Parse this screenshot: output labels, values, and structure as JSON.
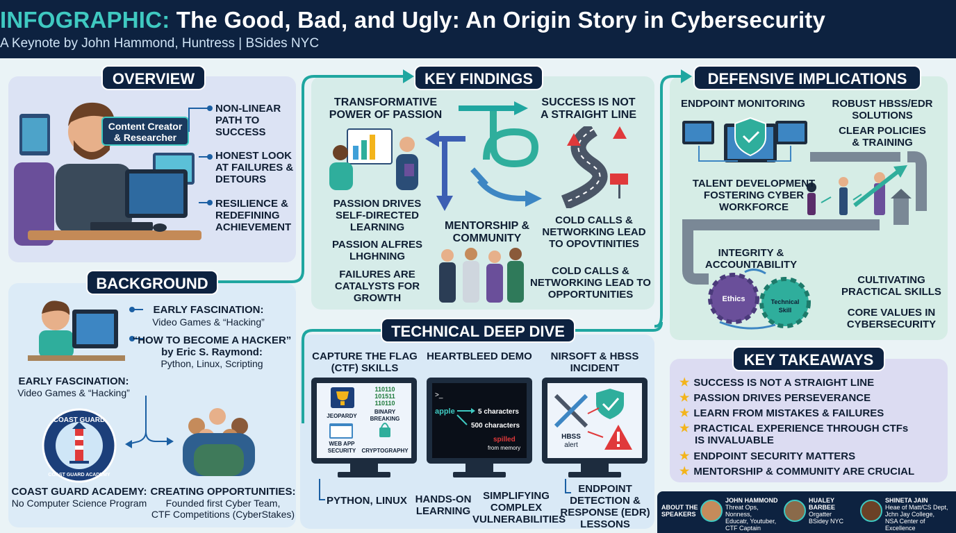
{
  "header": {
    "title_accent": "INFOGRAPHIC:",
    "title_rest": "The Good, Bad, and Ugly: An Origin Story in Cybersecurity",
    "subtitle": "A Keynote by John Hammond, Huntress | BSides NYC"
  },
  "overview": {
    "heading": "OVERVIEW",
    "role_label_1": "Content Creator",
    "role_label_2": "& Researcher",
    "points": [
      [
        "NON-LINEAR",
        "PATH TO",
        "SUCCESS"
      ],
      [
        "HONEST LOOK",
        "AT FAILURES &",
        "DETOURS"
      ],
      [
        "RESILIENCE &",
        "REDEFINING",
        "ACHIEVEMENT"
      ]
    ]
  },
  "background": {
    "heading": "BACKGROUND",
    "item1_title": "EARLY FASCINATION:",
    "item1_sub": "Video Games & “Hacking”",
    "item2_title_1": "“HOW TO BECOME A HACKER”",
    "item2_title_2": "by Eric S. Raymond:",
    "item2_sub": "Python, Linux, Scripting",
    "item3_title": "EARLY FASCINATION:",
    "item3_sub": "Video Games & “Hacking”",
    "seal_top": "COAST GUARD",
    "seal_bottom": "COAST GUARD ACADEMY",
    "coast_title": "COAST GUARD ACADEMY:",
    "coast_sub": "No Computer Science Program",
    "opp_title": "CREATING OPPORTUNITIES:",
    "opp_sub_1": "Founded first Cyber Team,",
    "opp_sub_2": "CTF Competitions (CyberStakes)"
  },
  "findings": {
    "heading": "KEY FINDINGS",
    "transform_1": "TRANSFORMATIVE",
    "transform_2": "POWER OF PASSION",
    "success_1": "SUCCESS IS NOT",
    "success_2": "A STRAIGHT LINE",
    "passion_1": "PASSION DRIVES",
    "passion_2": "SELF-DIRECTED",
    "passion_3": "LEARNING",
    "alfres_1": "PASSION ALFRES",
    "alfres_2": "LHGHNING",
    "failures_1": "FAILURES ARE",
    "failures_2": "CATALYSTS FOR",
    "failures_3": "GROWTH",
    "mentor_1": "MENTORSHIP &",
    "mentor_2": "COMMUNITY",
    "cold1_1": "COLD CALLS &",
    "cold1_2": "NETWORKING LEAD",
    "cold1_3": "TO OPOVTINITIES",
    "cold2_1": "COLD CALLS &",
    "cold2_2": "NETWORKING LEAD TO",
    "cold2_3": "OPPORTUNITIES"
  },
  "deepdive": {
    "heading": "TECHNICAL DEEP DIVE",
    "ctf_1": "CAPTURE THE FLAG",
    "ctf_2": "(CTF) SKILLS",
    "heartbleed": "HEARTBLEED DEMO",
    "nirsoft_1": "NIRSOFT & HBSS",
    "nirsoft_2": "INCIDENT",
    "ctf_cells": [
      "JEOPARDY",
      "BINARY",
      "BREAKING",
      "WEB APP",
      "SECURITY",
      "CRYPTOGRAPHY"
    ],
    "binary_lines": [
      "110110",
      "101511",
      "110110"
    ],
    "prompt": ">_",
    "apple": "apple",
    "five_chars": "5 characters",
    "five_hundred": "500 characters",
    "spilled": "spilled",
    "from_memory": "from memory",
    "hbss_1": "HBSS",
    "hbss_2": "alert",
    "python_linux": "PYTHON, LINUX",
    "hands_1": "HANDS-ON",
    "hands_2": "LEARNING",
    "simpl_1": "SIMPLIFYING",
    "simpl_2": "COMPLEX",
    "simpl_3": "VULNERABILITIES",
    "edr_1": "ENDPOINT",
    "edr_2": "DETECTION &",
    "edr_3": "RESPONSE (EDR)",
    "edr_4": "LESSONS"
  },
  "defensive": {
    "heading": "DEFENSIVE IMPLICATIONS",
    "endpoint": "ENDPOINT MONITORING",
    "robust_1": "ROBUST HBSS/EDR",
    "robust_2": "SOLUTIONS",
    "clear_1": "CLEAR POLICIES",
    "clear_2": "& TRAINING",
    "talent_1": "TALENT DEVELOPMENT",
    "talent_2": "FOSTERING CYBER",
    "talent_3": "WORKFORCE",
    "integrity_1": "INTEGRITY &",
    "integrity_2": "ACCOUNTABILITY",
    "ethics": "Ethics",
    "tech_1": "Technical",
    "tech_2": "Skill",
    "cult_1": "CULTIVATING",
    "cult_2": "PRACTICAL SKILLS",
    "core_1": "CORE VALUES IN",
    "core_2": "CYBERSECURITY"
  },
  "takeaways": {
    "heading": "KEY TAKEAWAYS",
    "items": [
      "SUCCESS IS NOT A STRAIGHT LINE",
      "PASSION DRIVES PERSEVERANCE",
      "LEARN FROM MISTAKES & FAILURES",
      "PRACTICAL EXPERIENCE THROUGH CTFs",
      "ENDPOINT SECURITY MATTERS",
      "MENTORSHIP & COMMUNITY ARE CRUCIAL"
    ],
    "item4_cont": "IS INVALUABLE"
  },
  "speakers": {
    "label_1": "ABOUT THE",
    "label_2": "SPEAKERS",
    "s1_name": "JOHN HAMMOND",
    "s1_l1": "Threat Ops, Nonness,",
    "s1_l2": "Educatr, Youtuber,",
    "s1_l3": "CTF Captain",
    "s2_name": "HUALEY BARBEE",
    "s2_l1": "Orgatter",
    "s2_l2": "BSidey NYC",
    "s3_name": "SHINETA JAIN",
    "s3_l1": "Heae of Matt/CS Dept,",
    "s3_l2": "Jchn Jay College,",
    "s3_l3": "NSA Center of Excellence"
  },
  "colors": {
    "navy": "#0d2240",
    "teal": "#1fa6a0",
    "accent_title": "#3fc9c1",
    "star": "#f3b41b",
    "alert_red": "#e0393b"
  }
}
